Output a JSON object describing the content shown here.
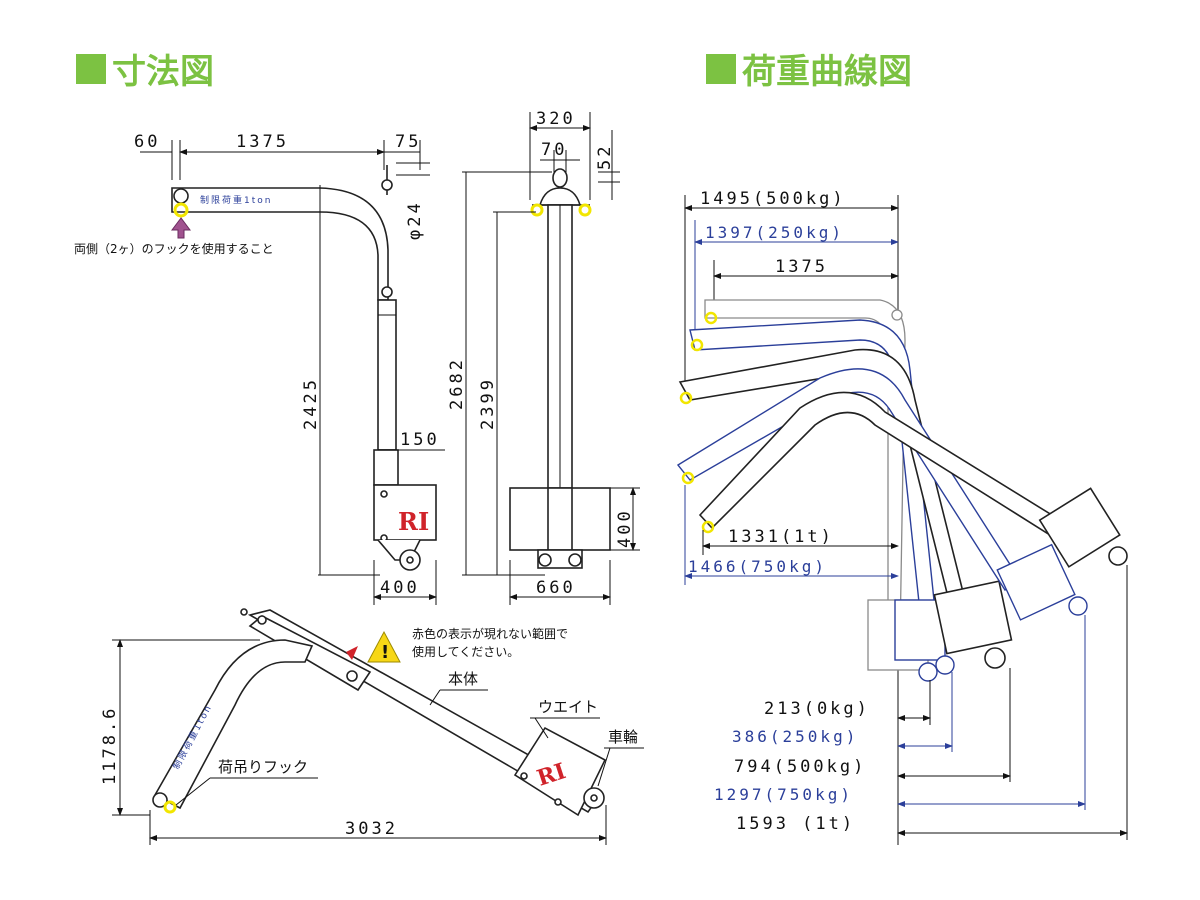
{
  "headings": {
    "dimensions": "寸法図",
    "load_curve": "荷重曲線図"
  },
  "colors": {
    "heading_green": "#7cc242",
    "dim_black": "#111111",
    "dim_blue": "#2b3f9a",
    "logo_red": "#d0232a",
    "hook_yellow": "#f2e600",
    "warning_yellow": "#f7d716",
    "arrow_purple": "#a0528f"
  },
  "side_view": {
    "dim_60": "60",
    "dim_1375": "1375",
    "dim_75": "75",
    "dim_phi24": "φ24",
    "dim_2425": "2425",
    "dim_150": "150",
    "dim_400": "400",
    "arm_text": "制限荷重1ton",
    "hook_note": "両側（2ヶ）のフックを使用すること",
    "logo": "RI"
  },
  "front_view": {
    "dim_320": "320",
    "dim_70": "70",
    "dim_52": "52",
    "dim_2682": "2682",
    "dim_2399": "2399",
    "dim_400": "400",
    "dim_660": "660"
  },
  "folded_view": {
    "dim_1178_6": "1178.6",
    "dim_3032": "3032",
    "warning_line1": "赤色の表示が現れない範囲で",
    "warning_line2": "使用してください。",
    "label_body": "本体",
    "label_weight": "ウエイト",
    "label_wheel": "車輪",
    "label_hook": "荷吊りフック",
    "arm_text": "制限荷重1ton",
    "logo": "RI"
  },
  "load_curve": {
    "reach_top": [
      {
        "text": "1495(500kg)",
        "color": "#111111"
      },
      {
        "text": "1397(250kg)",
        "color": "#2b3f9a"
      },
      {
        "text": "1375",
        "color": "#111111"
      }
    ],
    "reach_mid": [
      {
        "text": "1331(1t)",
        "color": "#111111"
      },
      {
        "text": "1466(750kg)",
        "color": "#2b3f9a"
      }
    ],
    "rear": [
      {
        "text": "213(0kg)",
        "color": "#111111"
      },
      {
        "text": "386(250kg)",
        "color": "#2b3f9a"
      },
      {
        "text": "794(500kg)",
        "color": "#111111"
      },
      {
        "text": "1297(750kg)",
        "color": "#2b3f9a"
      },
      {
        "text": "1593 (1t)",
        "color": "#111111"
      }
    ]
  }
}
